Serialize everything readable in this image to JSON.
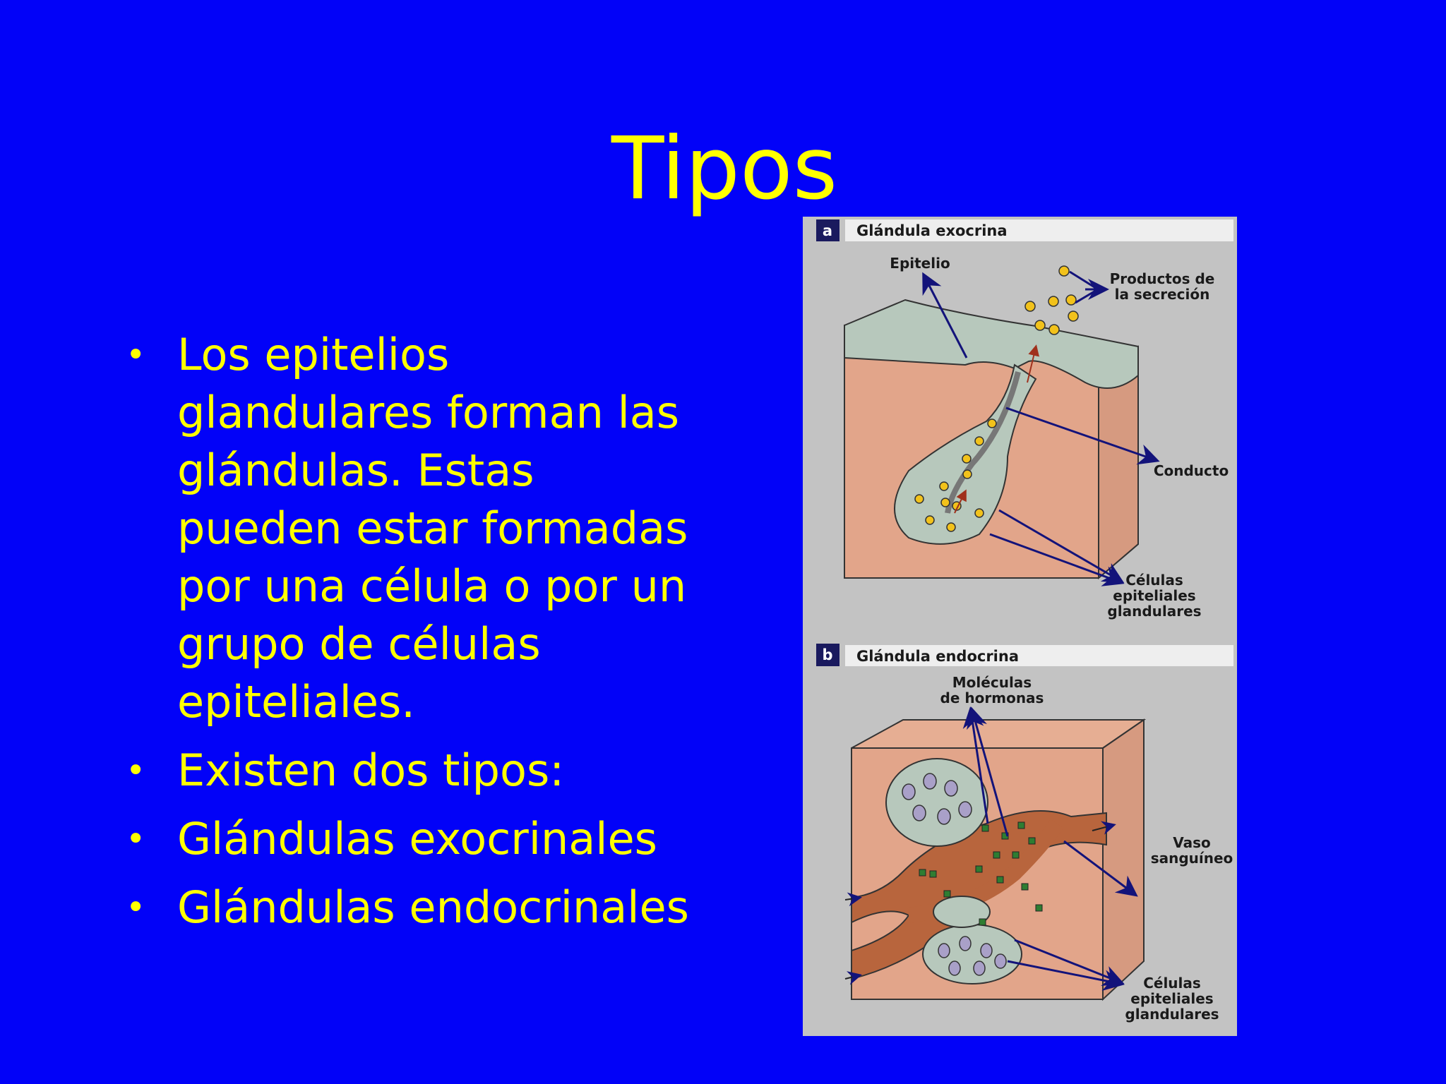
{
  "slide": {
    "title": "Tipos",
    "bullets": [
      {
        "lines": [
          "Los epitelios",
          "glandulares forman las",
          "glándulas. Estas",
          "pueden estar formadas",
          "por una célula o por un",
          "grupo de células",
          "epiteliales."
        ]
      },
      {
        "lines": [
          "Existen dos tipos:"
        ]
      },
      {
        "lines": [
          "Glándulas exocrinales"
        ]
      },
      {
        "lines": [
          "Glándulas endocrinales"
        ]
      }
    ],
    "bullet_symbol": "•"
  },
  "figure": {
    "panel_a": {
      "badge": "a",
      "heading": "Glándula exocrina",
      "labels": {
        "epitelio": "Epitelio",
        "productos_1": "Productos de",
        "productos_2": "la secreción",
        "conducto": "Conducto",
        "celulas_1": "Células",
        "celulas_2": "epiteliales",
        "celulas_3": "glandulares"
      }
    },
    "panel_b": {
      "badge": "b",
      "heading": "Glándula endocrina",
      "labels": {
        "moleculas_1": "Moléculas",
        "moleculas_2": "de hormonas",
        "vaso_1": "Vaso",
        "vaso_2": "sanguíneo",
        "celulas_1": "Células",
        "celulas_2": "epiteliales",
        "celulas_3": "glandulares"
      }
    }
  },
  "colors": {
    "background": "#0202f8",
    "text": "#ffff00",
    "figure_bg": "#c3c3c3",
    "tissue": "#e2a58a",
    "cells": "#b7c8bc",
    "arrow": "#13137a",
    "secretion": "#f2c21b",
    "hormone": "#2e7d32",
    "vessel": "#b8653d"
  }
}
